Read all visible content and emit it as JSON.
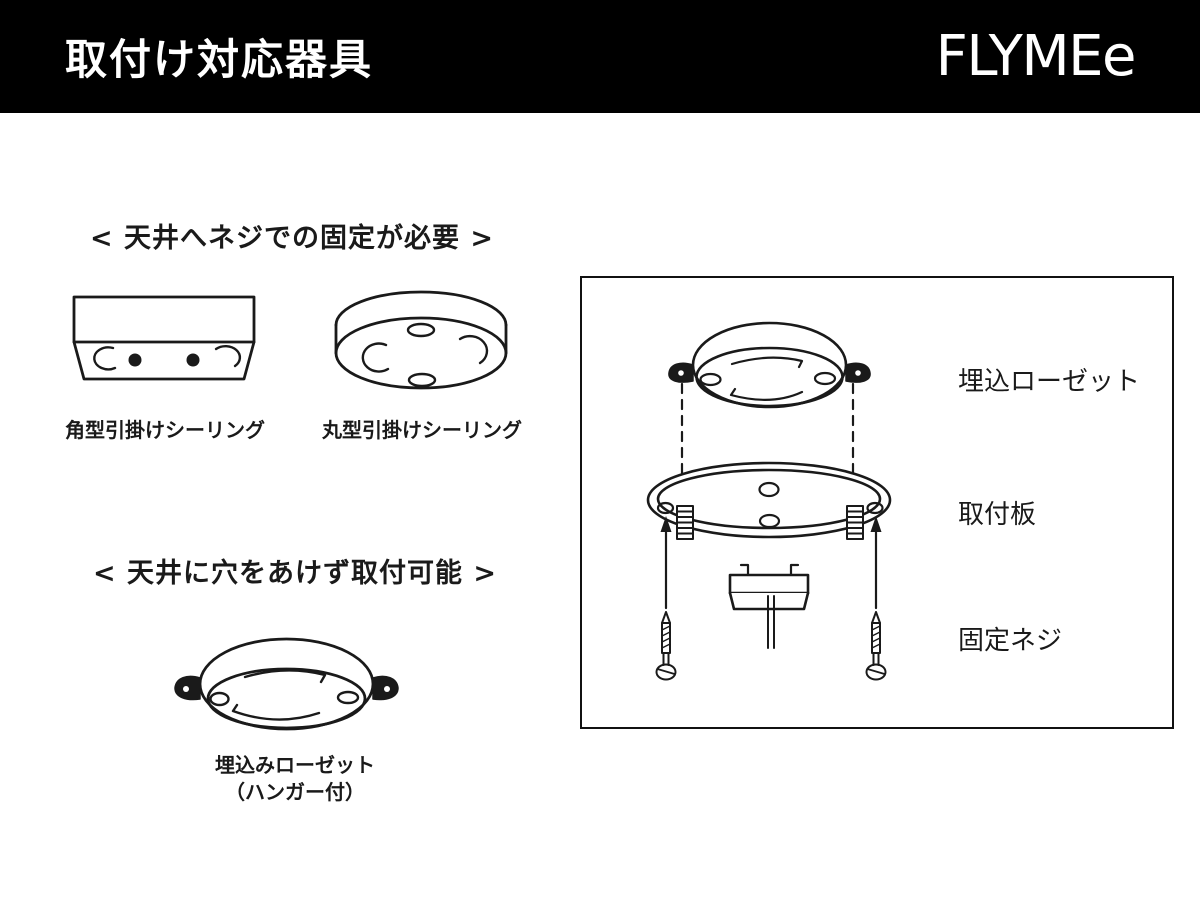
{
  "header": {
    "title": "取付け対応器具",
    "brand": "FLYMEe"
  },
  "left": {
    "section1": {
      "heading": "< 天井へネジでの固定が必要 >",
      "caption_square": "角型引掛けシーリング",
      "caption_round": "丸型引掛けシーリング"
    },
    "section2": {
      "heading": "< 天井に穴をあけず取付可能 >",
      "caption_line1": "埋込みローゼット",
      "caption_line2": "（ハンガー付）"
    }
  },
  "diagram": {
    "label_rosette": "埋込ローゼット",
    "label_plate": "取付板",
    "label_screws": "固定ネジ"
  },
  "colors": {
    "header_bg": "#000000",
    "ink": "#1a1a1a",
    "bg": "#ffffff"
  }
}
